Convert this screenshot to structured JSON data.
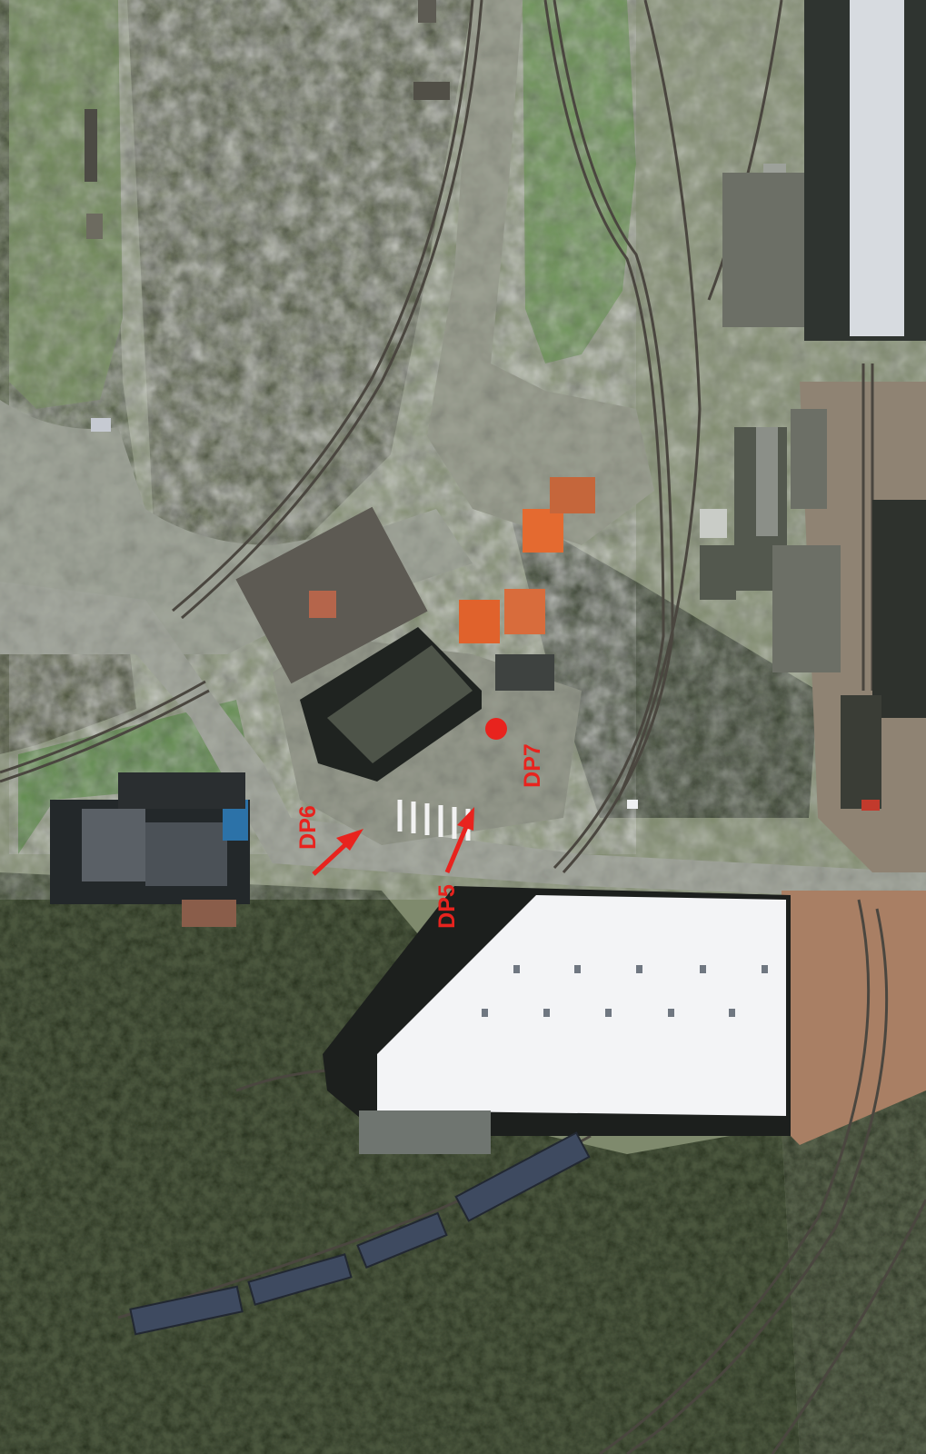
{
  "markers": [
    {
      "id": "dp6",
      "label": "DP6",
      "kind": "arrow"
    },
    {
      "id": "dp5",
      "label": "DP5",
      "kind": "arrow"
    },
    {
      "id": "dp7",
      "label": "DP7",
      "kind": "point"
    }
  ],
  "colors": {
    "marker": "#e8231e",
    "ground": "#7f8a6d",
    "pavement": "#a3a89c",
    "lawn": "#6c9356",
    "trees": "#3d4a33",
    "roof_white": "#f3f4f6",
    "roof_dark": "#2f3430",
    "track": "#4a463f",
    "dirt": "#a97f64"
  }
}
